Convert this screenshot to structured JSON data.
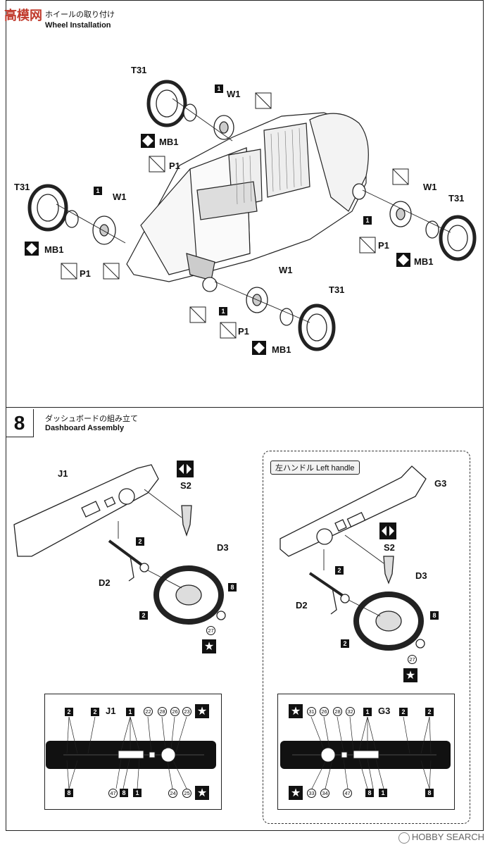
{
  "logo": {
    "text": "高模网",
    "url": "gomoxing.com"
  },
  "step7": {
    "title_jp": "ホイールの取り付け",
    "title_en": "Wheel Installation",
    "labels": {
      "t31": "T31",
      "w1": "W1",
      "mb1": "MB1",
      "p1": "P1",
      "one": "1"
    }
  },
  "step8": {
    "number": "8",
    "title_jp": "ダッシュボードの組み立て",
    "title_en": "Dashboard Assembly",
    "left_handle": "左ハンドル Left handle",
    "labels": {
      "j1": "J1",
      "s2": "S2",
      "d2": "D2",
      "d3": "D3",
      "g3": "G3",
      "n2": "2",
      "n8": "8",
      "n27": "27",
      "n1": "1",
      "c22": "22",
      "c28": "28",
      "c26": "26",
      "c23": "23",
      "c47": "47",
      "c24": "24",
      "c25": "25",
      "c31": "31",
      "c32": "32",
      "c33": "33",
      "c34": "34"
    }
  },
  "watermark": "HOBBY SEARCH"
}
